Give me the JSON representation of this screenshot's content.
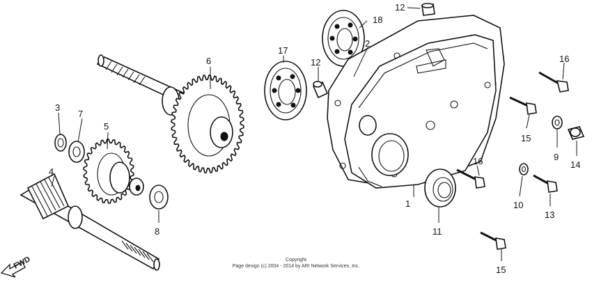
{
  "diagram": {
    "callouts": {
      "c1": "1",
      "c2": "2",
      "c3": "3",
      "c4": "4",
      "c5": "5",
      "c6": "6",
      "c7": "7",
      "c8": "8",
      "c9": "9",
      "c10": "10",
      "c11": "11",
      "c12a": "12",
      "c12b": "12",
      "c13": "13",
      "c14": "14",
      "c15a": "15",
      "c15b": "15",
      "c16a": "16",
      "c16b": "16",
      "c17": "17",
      "c18": "18"
    },
    "direction_label": "FWD",
    "copyright_line1": "Copyright",
    "copyright_line2": "Page design (c) 2004 - 2014 by ARI Network Services, Inc."
  }
}
